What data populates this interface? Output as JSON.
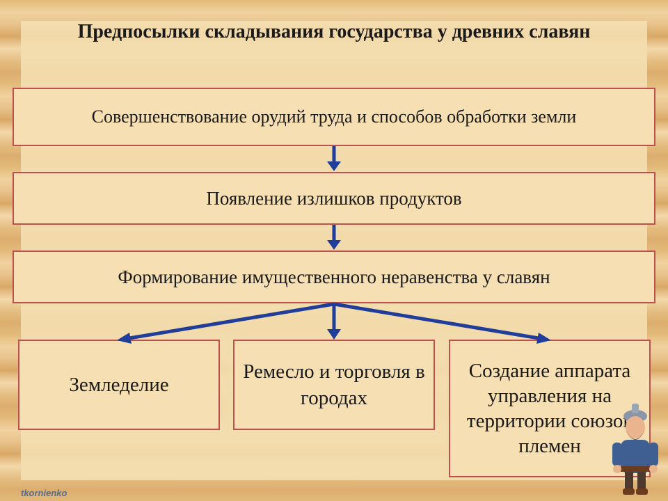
{
  "title": "Предпосылки складывания государства у древних славян",
  "steps": [
    "Совершенствование орудий труда и способов обработки земли",
    "Появление излишков продуктов",
    "Формирование имущественного неравенства у славян"
  ],
  "outcomes": [
    "Земледелие",
    "Ремесло и торговля в городах",
    "Создание аппарата управления на территории союзов племен"
  ],
  "credit": "tkornienko",
  "colors": {
    "box_border": "#c0504d",
    "arrow": "#1f3d99"
  }
}
